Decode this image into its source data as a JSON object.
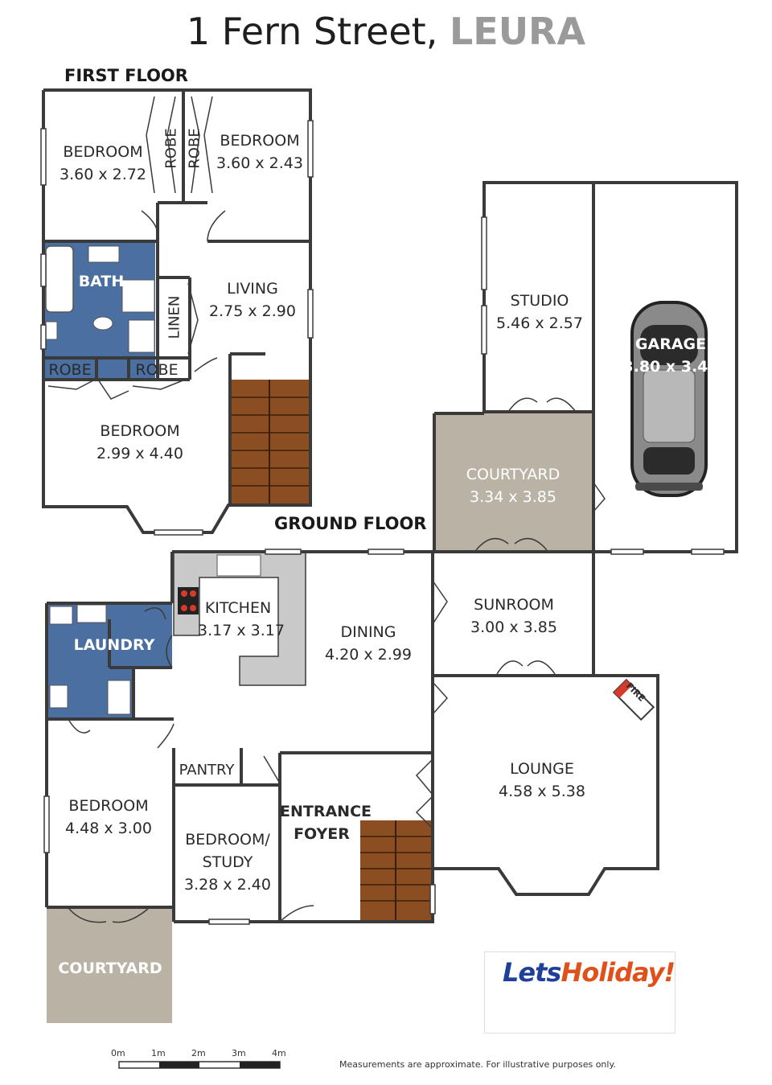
{
  "title": {
    "street": "1 Fern Street,",
    "city": "LEURA"
  },
  "labels": {
    "first_floor": "FIRST FLOOR",
    "ground_floor": "GROUND FLOOR"
  },
  "rooms": {
    "bedroom1": {
      "name": "BEDROOM",
      "dims": "3.60 x 2.72"
    },
    "bedroom2": {
      "name": "BEDROOM",
      "dims": "3.60 x 2.43"
    },
    "robe1": "ROBE",
    "robe2": "ROBE",
    "robe3": "ROBE",
    "robe4": "ROBE",
    "bath": "BATH",
    "linen": "LINEN",
    "living": {
      "name": "LIVING",
      "dims": "2.75 x 2.90"
    },
    "bedroom3": {
      "name": "BEDROOM",
      "dims": "2.99 x 4.40"
    },
    "studio": {
      "name": "STUDIO",
      "dims": "5.46 x 2.57"
    },
    "garage": {
      "name": "GARAGE",
      "dims": "3.80 x 3.43"
    },
    "courtyard1": {
      "name": "COURTYARD",
      "dims": "3.34 x 3.85"
    },
    "kitchen": {
      "name": "KITCHEN",
      "dims": "3.17 x 3.17"
    },
    "laundry": "LAUNDRY",
    "dining": {
      "name": "DINING",
      "dims": "4.20 x 2.99"
    },
    "sunroom": {
      "name": "SUNROOM",
      "dims": "3.00 x 3.85"
    },
    "fire": "FIRE",
    "lounge": {
      "name": "LOUNGE",
      "dims": "4.58 x 5.38"
    },
    "pantry": "PANTRY",
    "bedroom4": {
      "name": "BEDROOM",
      "dims": "4.48 x 3.00"
    },
    "study": {
      "line1": "BEDROOM/",
      "line2": "STUDY",
      "dims": "3.28 x 2.40"
    },
    "entrance": {
      "line1": "ENTRANCE",
      "line2": "FOYER"
    },
    "courtyard2": "COURTYARD"
  },
  "scale": {
    "ticks": [
      "0m",
      "1m",
      "2m",
      "3m",
      "4m"
    ]
  },
  "note": "Measurements are approximate. For illustrative purposes only.",
  "logo": {
    "part1": "Lets",
    "part2": "Holiday!"
  },
  "colors": {
    "wall": "#3a3a3a",
    "tile": "#4a6fa0",
    "courtyard": "#bab3a5",
    "stair": "#8a4e22",
    "bench": "#c9c9c9"
  }
}
